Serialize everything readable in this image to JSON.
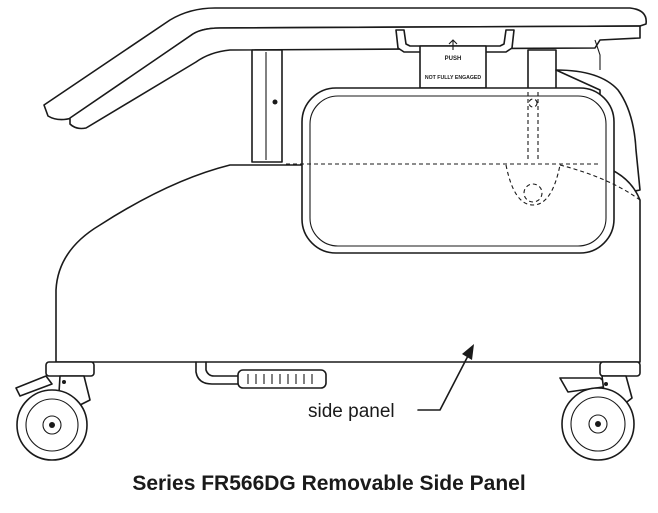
{
  "diagram": {
    "callout_label": "side panel",
    "label_push": "PUSH",
    "label_engaged": "NOT FULLY ENGAGED",
    "caption": "Series FR566DG Removable Side Panel"
  },
  "colors": {
    "line": "#1a1a1a",
    "background": "#ffffff"
  }
}
